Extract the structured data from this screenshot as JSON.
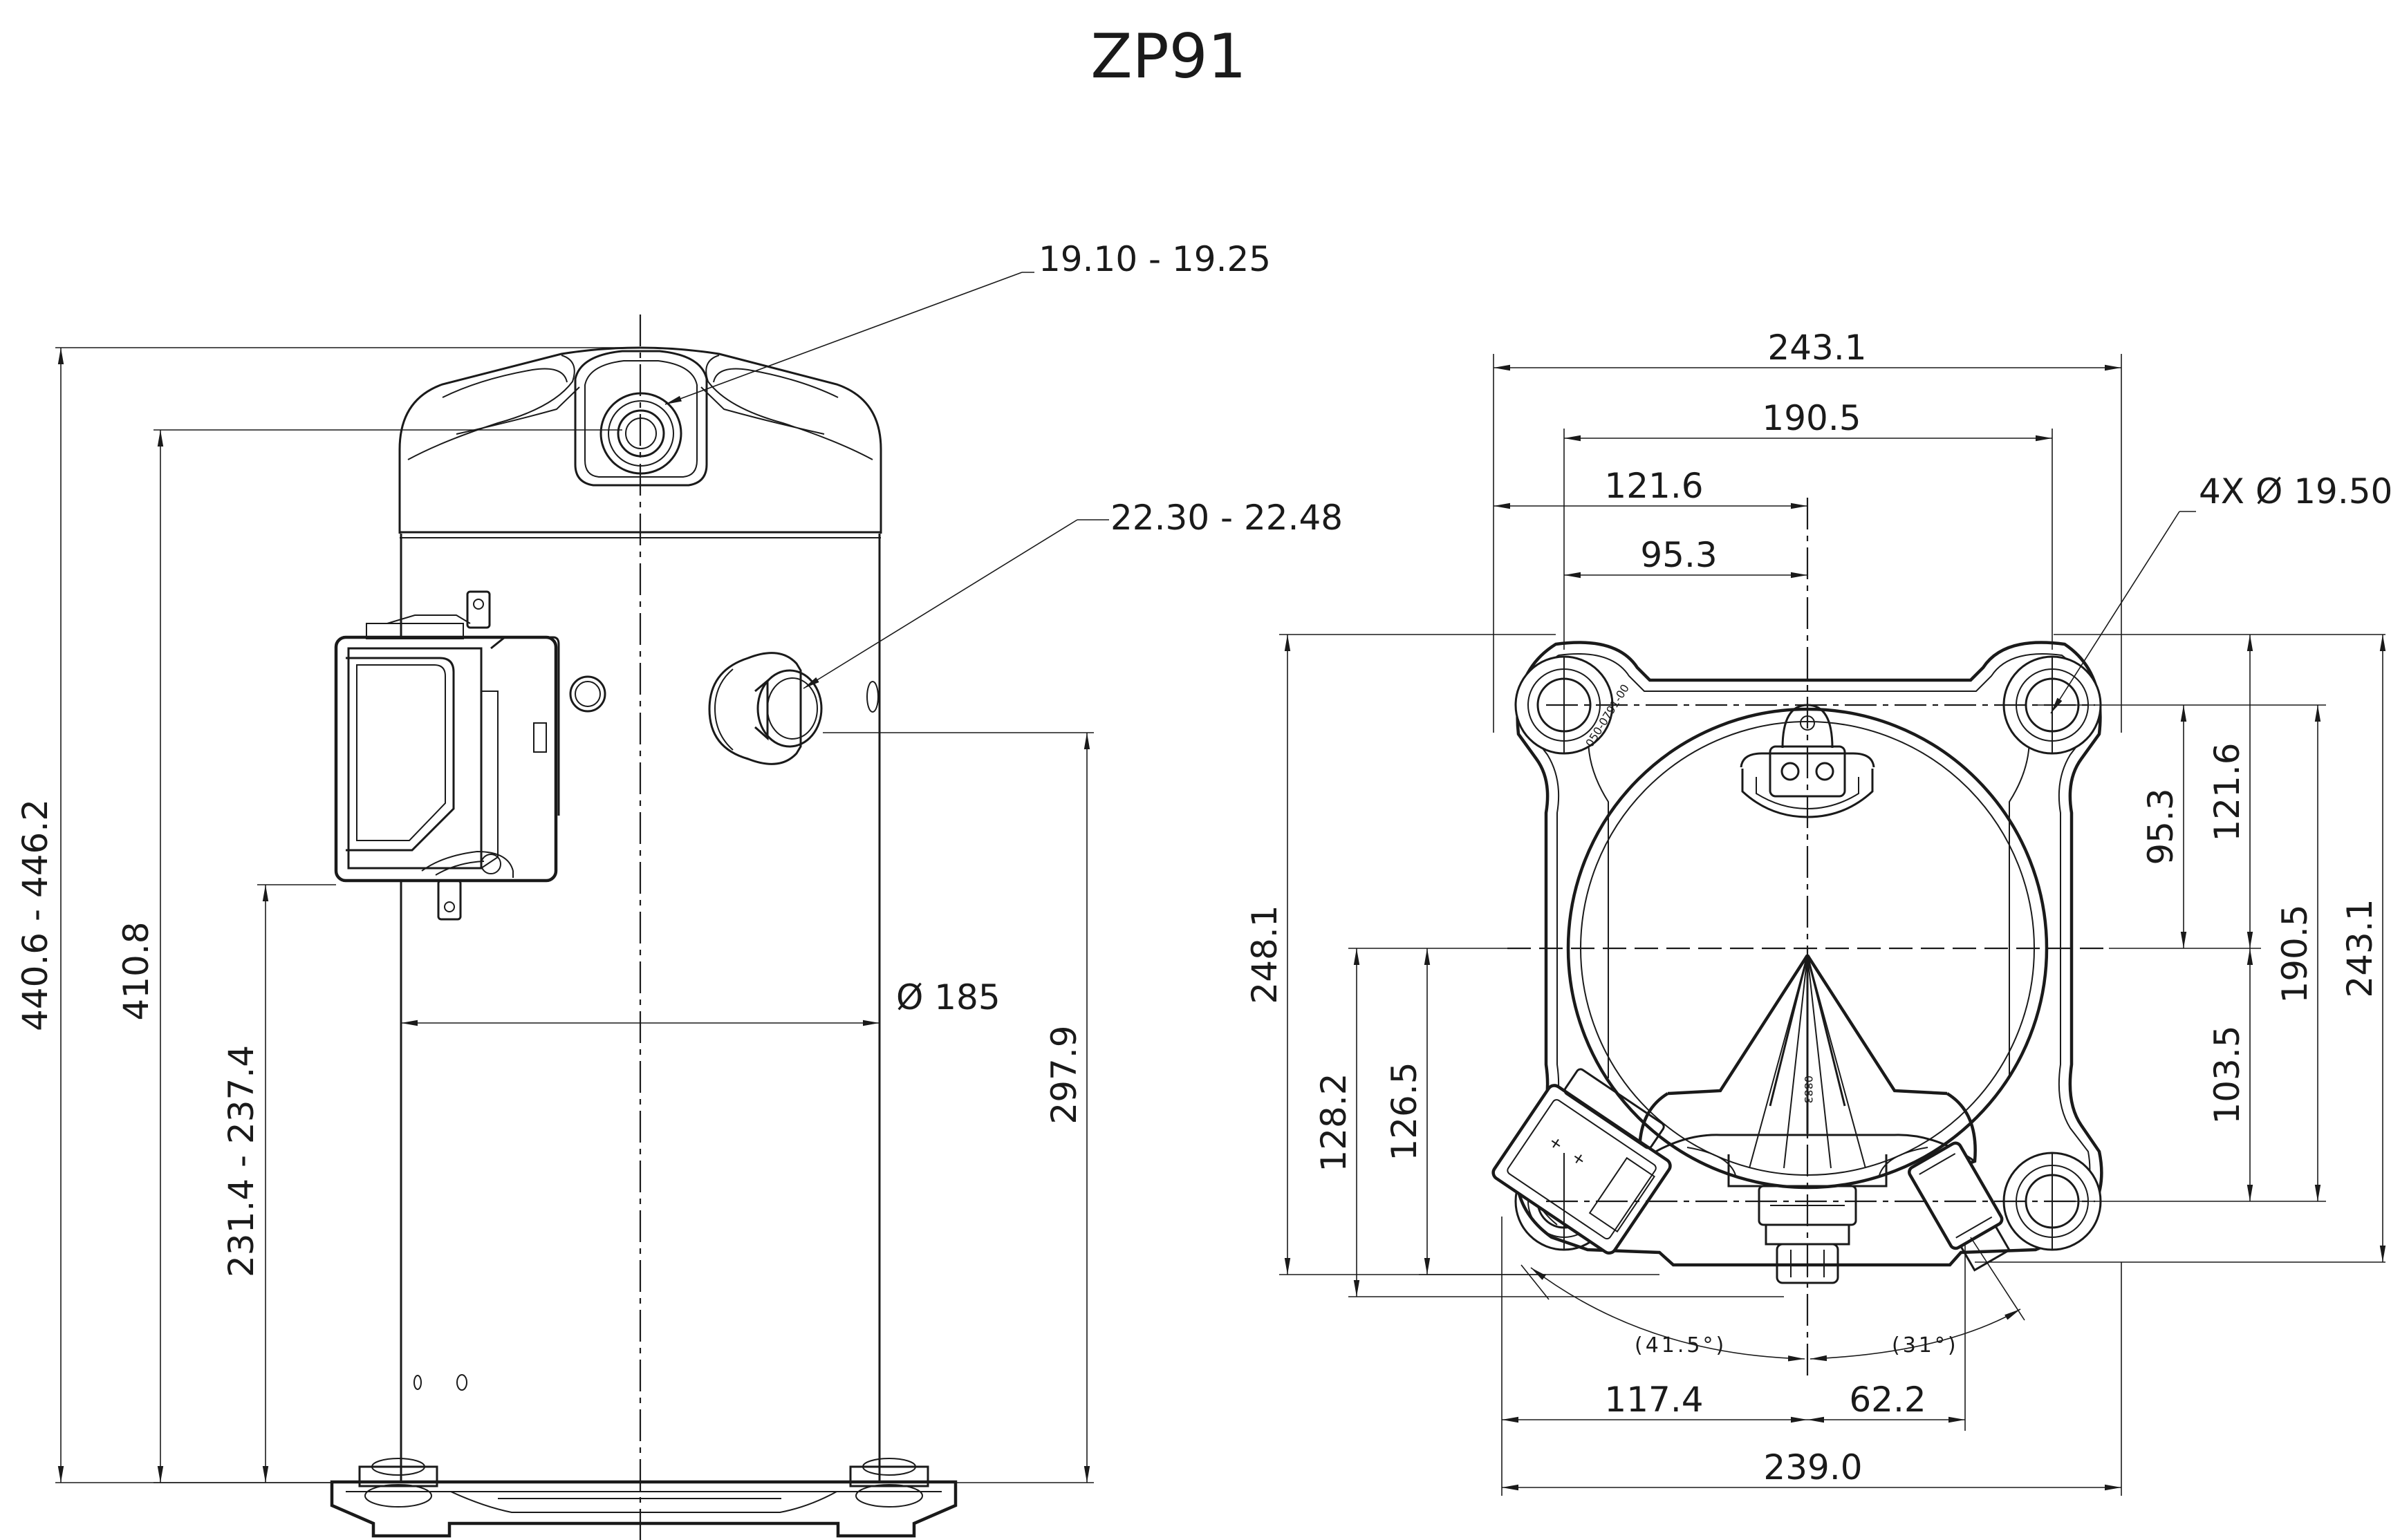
{
  "title": "ZP91",
  "side_view": {
    "top_connection_od": "19.10 - 19.25",
    "side_connection_od": "22.30 - 22.48",
    "body_diameter": "Ø 185",
    "overall_height": "440.6 - 446.2",
    "height_to_top_connection": "410.8",
    "height_to_terminal_box": "231.4 - 237.4",
    "height_to_side_connection": "297.9"
  },
  "top_view": {
    "mounting_span_outer": "243.1",
    "mounting_span_holes": "190.5",
    "center_to_edge": "121.6",
    "center_to_hole": "95.3",
    "mounting_holes": "4X Ø 19.50",
    "vert_center_to_hole": "95.3",
    "vert_center_to_edge": "121.6",
    "vert_holes": "190.5",
    "vert_outer": "243.1",
    "vert_center_to_lower": "103.5",
    "overall_depth": "248.1",
    "fitting_offset_a": "128.2",
    "fitting_offset_b": "126.5",
    "angle_left": "(41.5°)",
    "angle_right": "(31°)",
    "offset_left": "117.4",
    "offset_right": "62.2",
    "overall_width": "239.0",
    "part_code": "050-0791-00",
    "casting_mark": "0883"
  }
}
